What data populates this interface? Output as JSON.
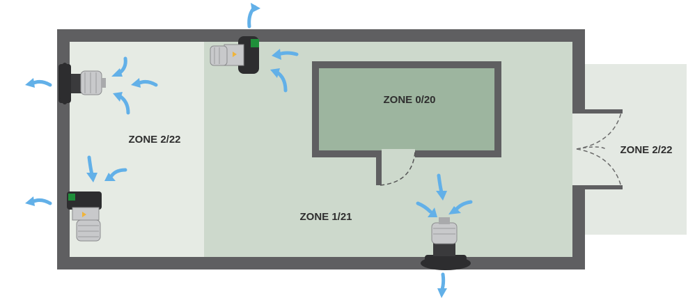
{
  "zones": {
    "outer_left": "ZONE 2/22",
    "middle": "ZONE 1/21",
    "inner": "ZONE 0/20",
    "outside_right": "ZONE 2/22"
  },
  "colors": {
    "wall": "#5f5f61",
    "zone2_fill": "#e6ebe4",
    "zone1_fill": "#cdd9cc",
    "zone0_fill": "#9db59f",
    "outside_fill": "#e4e9e3",
    "airflow_arrow": "#62b0e8",
    "fan_body": "#c8c9cb",
    "fan_dark": "#2d2d2f",
    "atex_badge": "#1f8f3a"
  },
  "icons": {
    "fan": "atex-centrifugal-fan-icon",
    "arrow": "airflow-arrow-icon"
  }
}
